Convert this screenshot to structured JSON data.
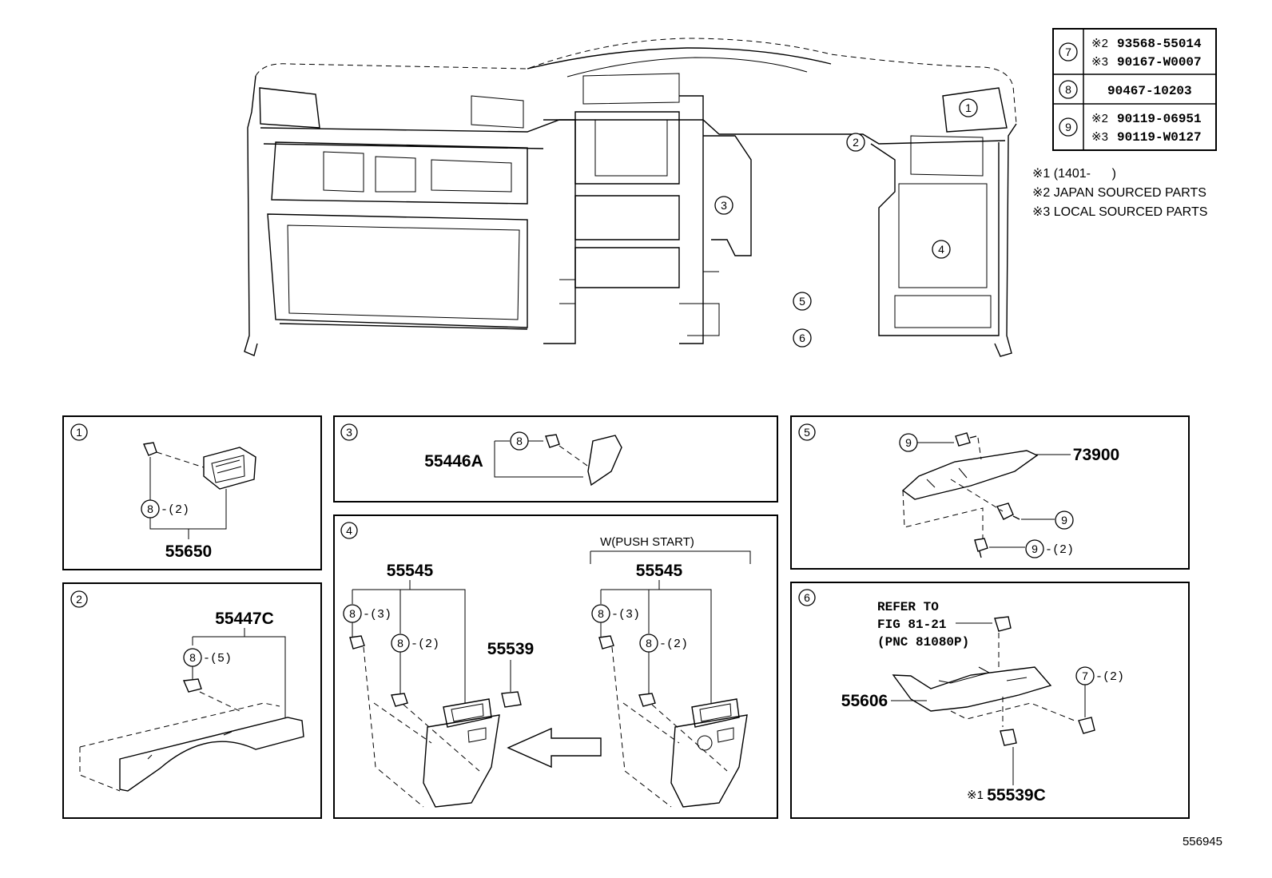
{
  "legend_table": {
    "rows": [
      {
        "key": "7",
        "lines": [
          {
            "mark": "※2",
            "part": "93568-55014"
          },
          {
            "mark": "※3",
            "part": "90167-W0007"
          }
        ]
      },
      {
        "key": "8",
        "lines": [
          {
            "mark": "",
            "part": "90467-10203"
          }
        ]
      },
      {
        "key": "9",
        "lines": [
          {
            "mark": "※2",
            "part": "90119-06951"
          },
          {
            "mark": "※3",
            "part": "90119-W0127"
          }
        ]
      }
    ]
  },
  "notes": [
    "※1 (1401-      )",
    "※2 JAPAN SOURCED PARTS",
    "※3 LOCAL SOURCED PARTS"
  ],
  "overview_callouts": [
    "1",
    "2",
    "3",
    "4",
    "5",
    "6"
  ],
  "panels": {
    "p1": {
      "num": "1",
      "part": "55650",
      "item": "8",
      "qty": "-(2)"
    },
    "p2": {
      "num": "2",
      "part": "55447C",
      "item": "8",
      "qty": "-(5)"
    },
    "p3": {
      "num": "3",
      "part": "55446A",
      "item": "8"
    },
    "p4": {
      "num": "4",
      "variant_label": "W(PUSH START)",
      "left": {
        "part": "55545",
        "item_a": "8",
        "qty_a": "-(3)",
        "item_b": "8",
        "qty_b": "-(2)"
      },
      "right": {
        "part": "55545",
        "item_a": "8",
        "qty_a": "-(3)",
        "item_b": "8",
        "qty_b": "-(2)"
      },
      "extra_part": "55539"
    },
    "p5": {
      "num": "5",
      "part": "73900",
      "item_top": "9",
      "item_mid": "9",
      "item_bot": "9",
      "qty_bot": "-(2)"
    },
    "p6": {
      "num": "6",
      "refer": [
        "REFER TO",
        "FIG 81-21",
        "(PNC 81080P)"
      ],
      "part": "55606",
      "item": "7",
      "qty": "-(2)",
      "bottom_mark": "※1",
      "bottom_part": "55539C"
    }
  },
  "drawing_number": "556945"
}
